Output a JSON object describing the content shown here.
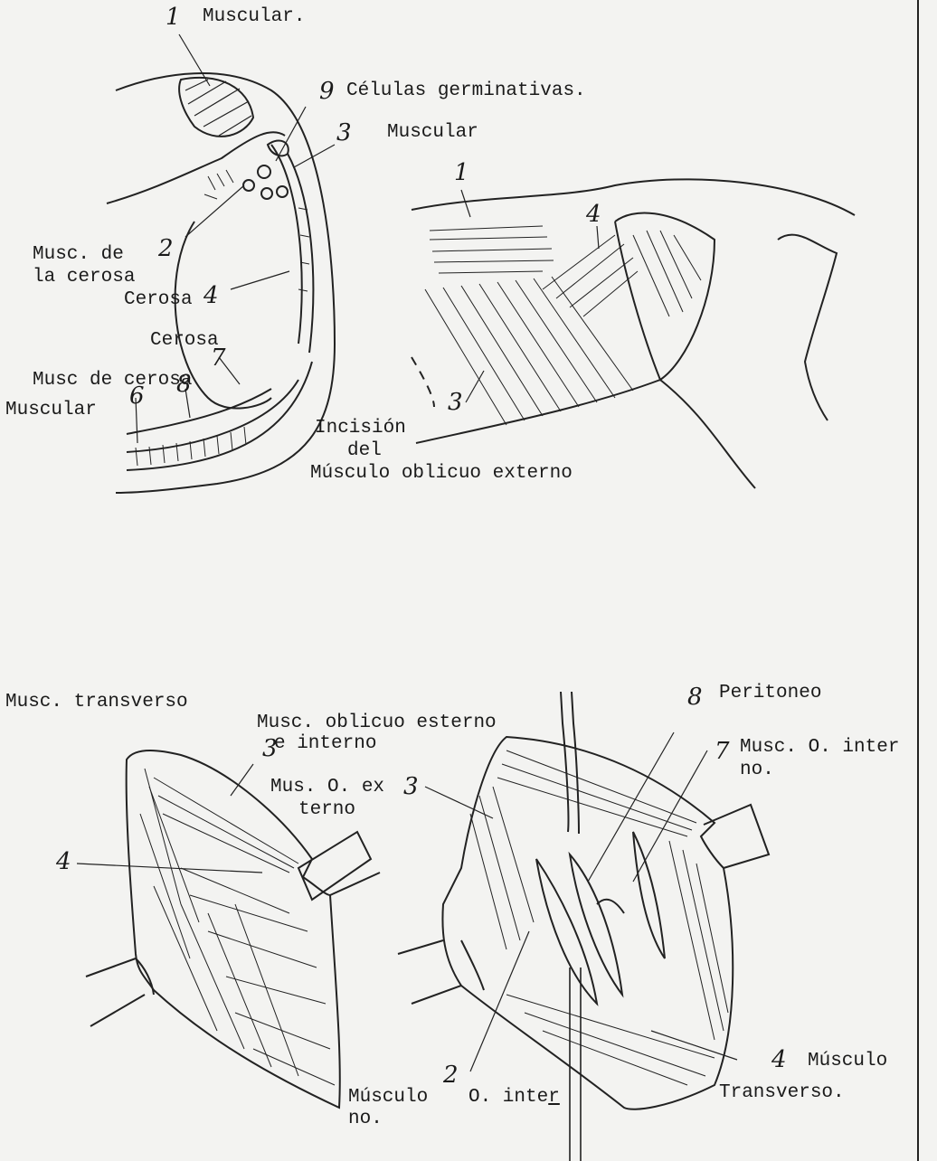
{
  "top_left": {
    "n1": "1",
    "muscular_1": "Muscular.",
    "n9": "9",
    "celulas": "Células germinativas.",
    "n3": "3",
    "muscular_3": "Muscular",
    "musc_cerosa_line1": "Musc. de",
    "n2": "2",
    "musc_cerosa_line2": "la cerosa",
    "cerosa_4": "Cerosa",
    "n4": "4",
    "cerosa_7": "Cerosa",
    "n7": "7",
    "musc_de_cerosa": "Musc de cerosa",
    "n8": "8",
    "muscular_6": "Muscular",
    "n6": "6"
  },
  "top_right": {
    "n1": "1",
    "n4": "4",
    "n3": "3",
    "caption_line1": "Incisión",
    "caption_line2": "del",
    "caption_line3": "Músculo oblicuo externo"
  },
  "bottom_left": {
    "title": "Musc. transverso",
    "oblicuo_line1": "Musc. oblicuo esterno",
    "n3": "3",
    "oblicuo_line2": "e interno",
    "ext_line1": "Mus. O. ex",
    "ext_line2": "terno",
    "n4": "4"
  },
  "bottom_right": {
    "n8": "8",
    "peritoneo": "Peritoneo",
    "n7": "7",
    "int_line1": "Musc. O. inter",
    "int_line2": "no.",
    "n3": "3",
    "n4": "4",
    "musculo": "Músculo",
    "transverso": "Transverso.",
    "n2": "2",
    "musculo_2": "Músculo",
    "o_inter": "O. inte",
    "o_inter_u": "r",
    "no": "no."
  }
}
